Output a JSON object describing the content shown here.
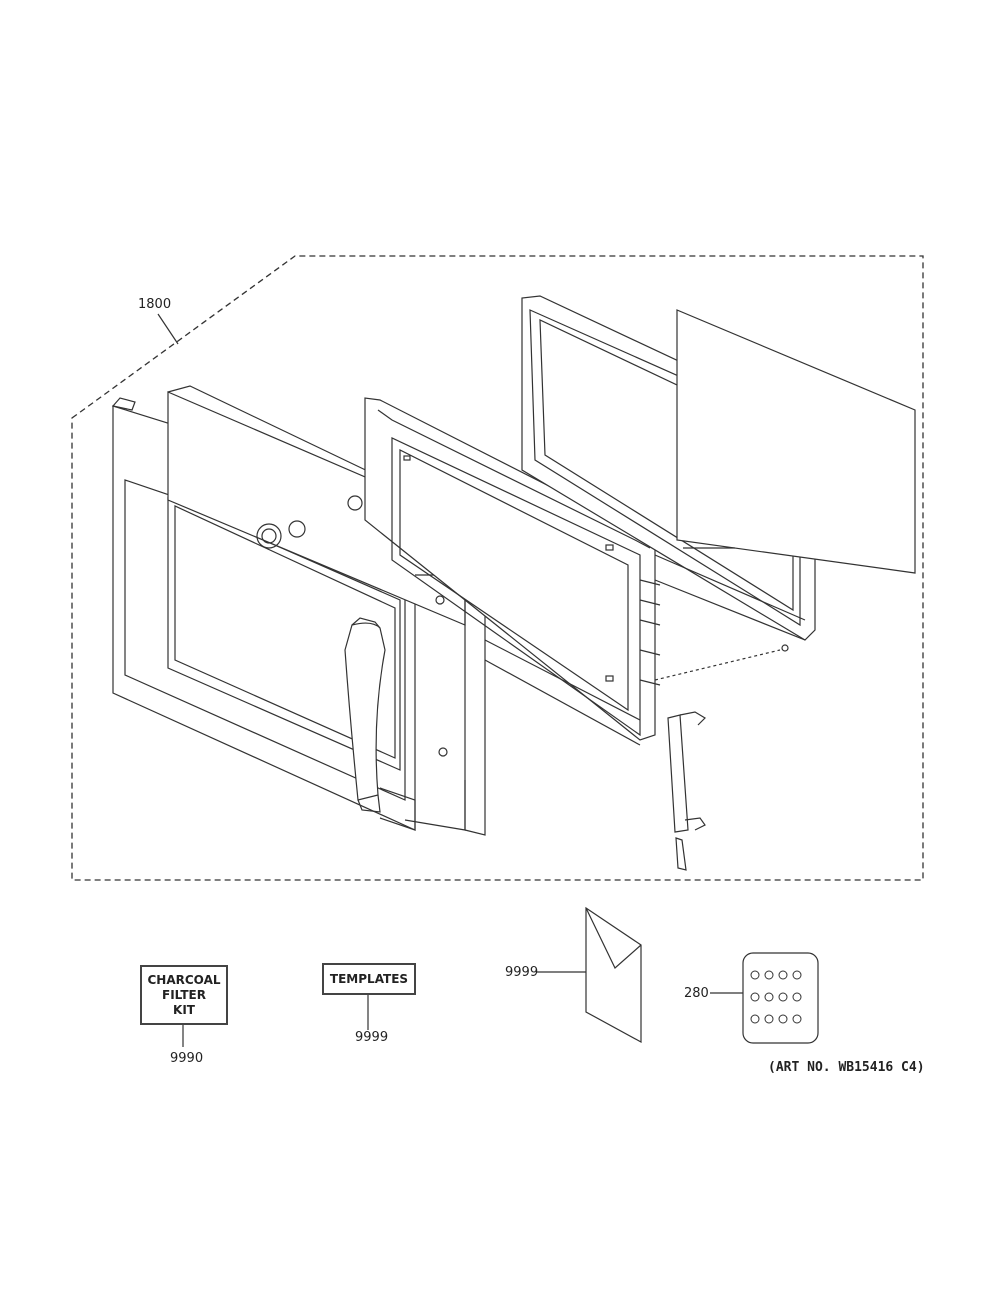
{
  "callouts": {
    "assembly": "1800",
    "charcoal_filter": "9990",
    "templates": "9999",
    "envelope": "9999",
    "screw_pack": "280"
  },
  "boxed_labels": {
    "charcoal_filter_kit": "CHARCOAL\nFILTER\nKIT",
    "templates": "TEMPLATES"
  },
  "art_number": "(ART NO. WB15416 C4)"
}
